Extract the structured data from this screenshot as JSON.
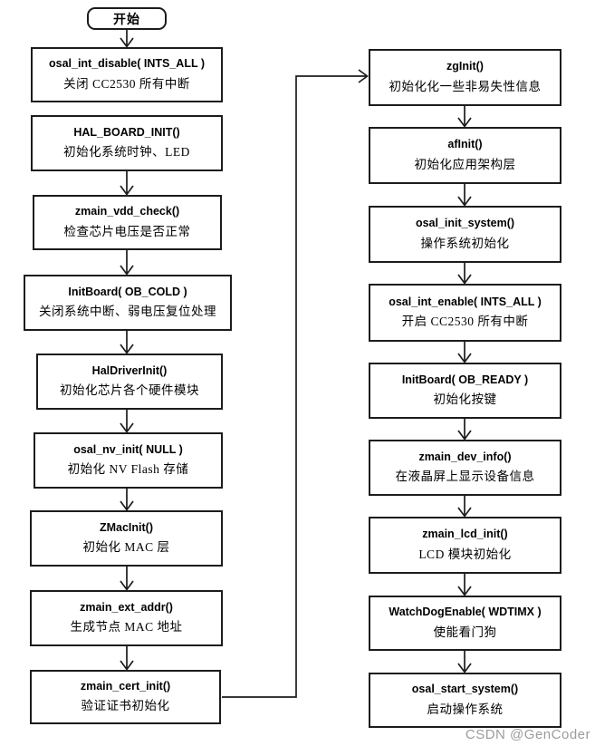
{
  "diagram": {
    "start_label": "开始",
    "left_column": [
      {
        "title": "osal_int_disable( INTS_ALL )",
        "subtitle": "关闭 CC2530 所有中断"
      },
      {
        "title": "HAL_BOARD_INIT()",
        "subtitle": "初始化系统时钟、LED"
      },
      {
        "title": "zmain_vdd_check()",
        "subtitle": "检查芯片电压是否正常"
      },
      {
        "title": "InitBoard( OB_COLD )",
        "subtitle": "关闭系统中断、弱电压复位处理"
      },
      {
        "title": "HalDriverInit()",
        "subtitle": "初始化芯片各个硬件模块"
      },
      {
        "title": "osal_nv_init( NULL )",
        "subtitle": "初始化 NV Flash 存储"
      },
      {
        "title": "ZMacInit()",
        "subtitle": "初始化 MAC 层"
      },
      {
        "title": "zmain_ext_addr()",
        "subtitle": "生成节点 MAC 地址"
      },
      {
        "title": "zmain_cert_init()",
        "subtitle": "验证证书初始化"
      }
    ],
    "right_column": [
      {
        "title": "zgInit()",
        "subtitle": "初始化化一些非易失性信息"
      },
      {
        "title": "afInit()",
        "subtitle": "初始化应用架构层"
      },
      {
        "title": "osal_init_system()",
        "subtitle": "操作系统初始化"
      },
      {
        "title": "osal_int_enable( INTS_ALL )",
        "subtitle": "开启 CC2530 所有中断"
      },
      {
        "title": "InitBoard( OB_READY )",
        "subtitle": "初始化按键"
      },
      {
        "title": "zmain_dev_info()",
        "subtitle": "在液晶屏上显示设备信息"
      },
      {
        "title": "zmain_lcd_init()",
        "subtitle": "LCD 模块初始化"
      },
      {
        "title": "WatchDogEnable( WDTIMX )",
        "subtitle": "使能看门狗"
      },
      {
        "title": "osal_start_system()",
        "subtitle": "启动操作系统"
      }
    ],
    "watermark": "CSDN @GenCoder"
  },
  "colors": {
    "background": "#ffffff",
    "line": "#1c1c1c",
    "box_border": "#1c1c1c",
    "title_text": "#000000",
    "subtitle_text": "#000000",
    "watermark_text": "#9c9c9c"
  }
}
